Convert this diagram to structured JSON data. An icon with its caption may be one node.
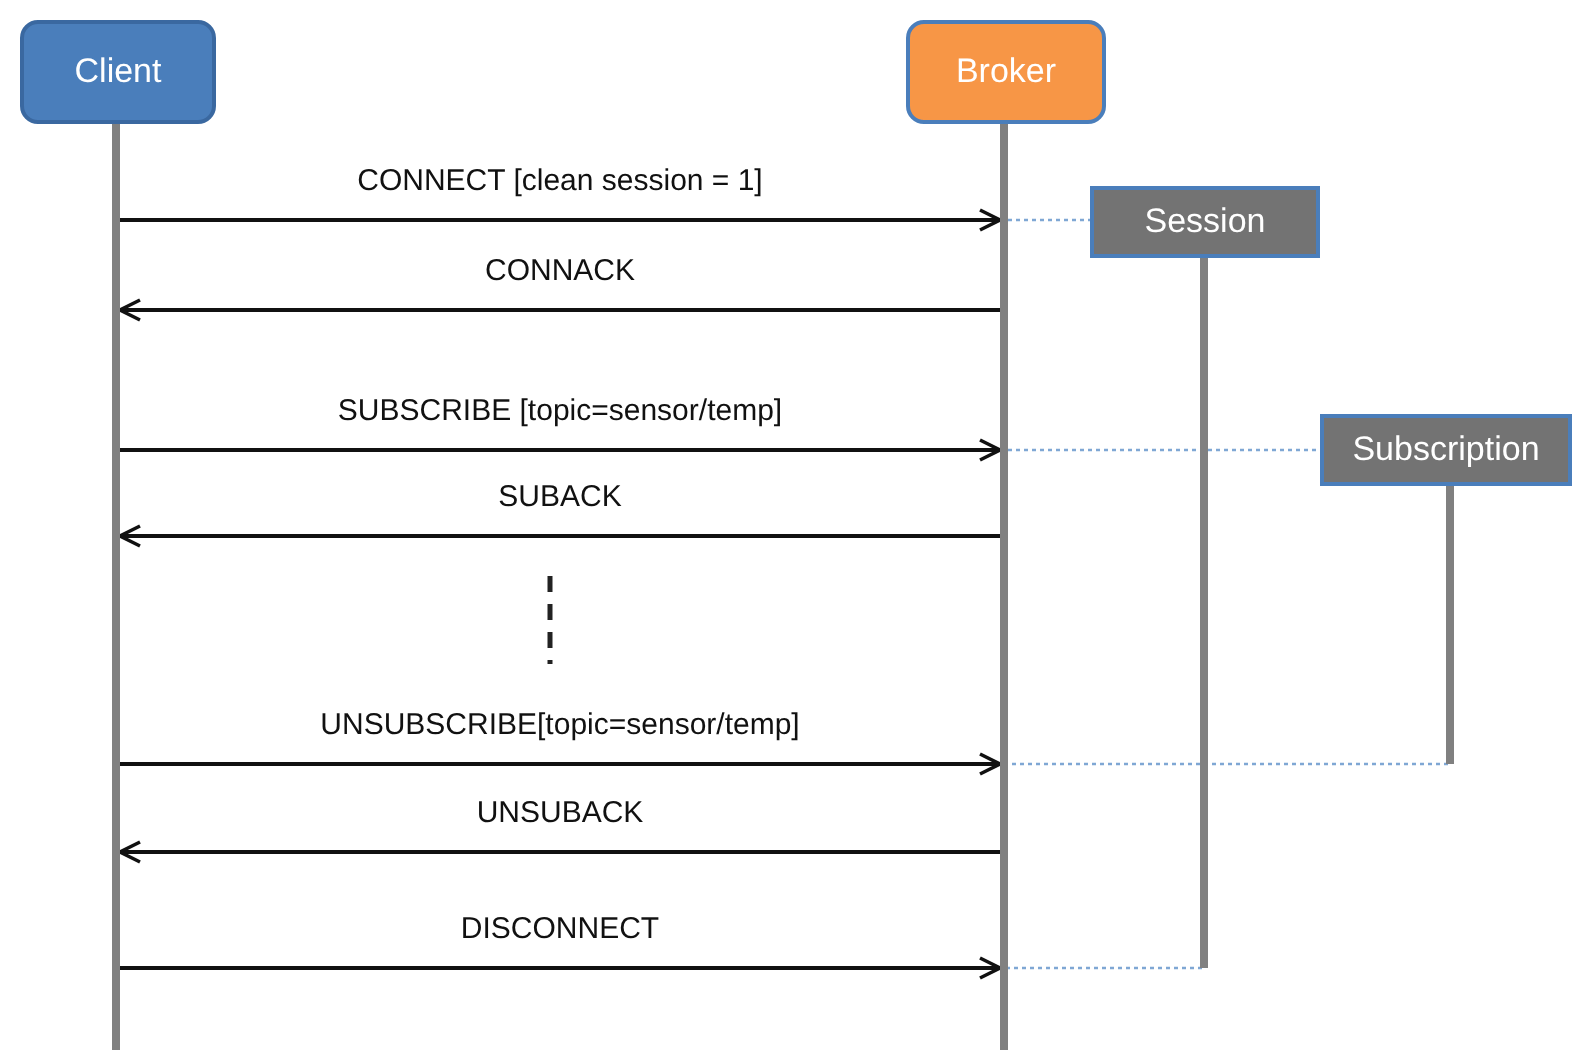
{
  "diagram": {
    "nodes": [
      {
        "text": [
          "Client"
        ]
      },
      {
        "text": [
          "Broker"
        ]
      },
      {
        "text": [
          "Session"
        ]
      },
      {
        "text": [
          "Subscription"
        ]
      }
    ],
    "edges": [
      {
        "from": 0,
        "to": 1,
        "arrow": "to",
        "label": "CONNECT [clean session = 1]"
      },
      {
        "from": 1,
        "to": 2,
        "arrow": "none",
        "style": "dashed",
        "color": "#7fa7d4"
      },
      {
        "from": 1,
        "to": 0,
        "arrow": "to",
        "label": "CONNACK"
      },
      {
        "from": 0,
        "to": 1,
        "arrow": "to",
        "label": "SUBSCRIBE [topic=sensor/temp]"
      },
      {
        "from": 1,
        "to": 3,
        "arrow": "none",
        "style": "dashed",
        "color": "#7fa7d4"
      },
      {
        "from": 1,
        "to": 0,
        "arrow": "to",
        "label": "SUBACK"
      },
      {
        "from": 0,
        "to": 1,
        "arrow": "to",
        "label": "UNSUBSCRIBE[topic=sensor/temp]"
      },
      {
        "from": 3,
        "to": 1,
        "arrow": "none",
        "style": "dashed",
        "color": "#7fa7d4"
      },
      {
        "from": 1,
        "to": 0,
        "arrow": "to",
        "label": "UNSUBACK"
      },
      {
        "from": 0,
        "to": 1,
        "arrow": "to",
        "label": "DISCONNECT"
      },
      {
        "from": 2,
        "to": 1,
        "arrow": "none",
        "style": "dashed",
        "color": "#7fa7d4"
      }
    ]
  }
}
